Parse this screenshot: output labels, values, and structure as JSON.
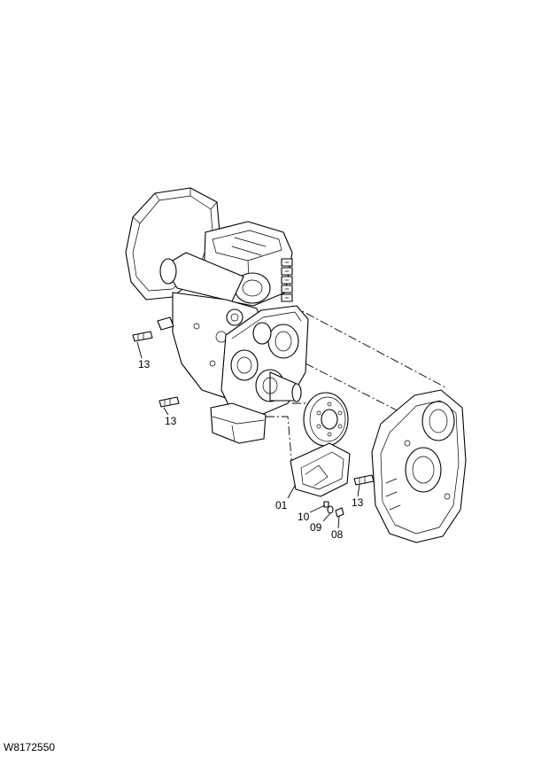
{
  "drawing": {
    "reference_code": "W8172550",
    "callouts": [
      {
        "id": "c1",
        "label": "13"
      },
      {
        "id": "c2",
        "label": "13"
      },
      {
        "id": "c3",
        "label": "13"
      },
      {
        "id": "c4",
        "label": "01"
      },
      {
        "id": "c5",
        "label": "10"
      },
      {
        "id": "c6",
        "label": "09"
      },
      {
        "id": "c7",
        "label": "08"
      }
    ]
  }
}
